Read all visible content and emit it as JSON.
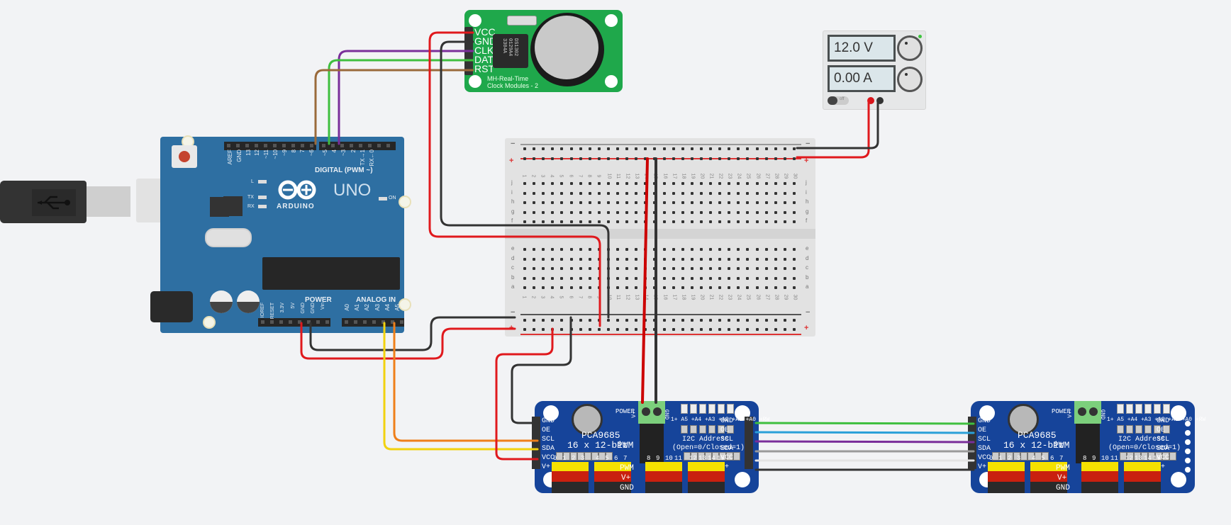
{
  "rtc_module": {
    "pins": [
      "VCC",
      "GND",
      "CLK",
      "DAT",
      "RST"
    ],
    "chip_marking": "DS1302\n0129A4\n3304A",
    "caption_line1": "MH-Real-Time",
    "caption_line2": "Clock Modules - 2"
  },
  "power_supply": {
    "voltage_display": "12.0 V",
    "current_display": "0.00 A",
    "switch_label": "off",
    "colors": {
      "positive_terminal": "#d9141a",
      "negative_terminal": "#333333",
      "cv_led": "#3ec43e"
    }
  },
  "arduino": {
    "brand": "ARDUINO",
    "model": "UNO",
    "digital_header_label": "DIGITAL (PWM ~)",
    "digital_pins": [
      "AREF",
      "GND",
      "13",
      "12",
      "~11",
      "~10",
      "~9",
      "8",
      "7",
      "~6",
      "~5",
      "4",
      "~3",
      "2",
      "TX→1",
      "RX←0"
    ],
    "power_header_label": "POWER",
    "power_pins": [
      "IOREF",
      "RESET",
      "3.3V",
      "5V",
      "GND",
      "GND",
      "Vin"
    ],
    "analog_header_label": "ANALOG IN",
    "analog_pins": [
      "A0",
      "A1",
      "A2",
      "A3",
      "A4",
      "A5"
    ],
    "led_labels": {
      "l": "L",
      "tx": "TX",
      "rx": "RX",
      "on": "ON"
    },
    "board_color": "#2e6fa2"
  },
  "usb_cable": {
    "icon": "usb-icon"
  },
  "breadboard": {
    "columns": 30,
    "top_rows": [
      "j",
      "i",
      "h",
      "g",
      "f"
    ],
    "bottom_rows": [
      "e",
      "d",
      "c",
      "b",
      "a"
    ],
    "rail_minus": "−",
    "rail_plus": "+"
  },
  "pca_boards": [
    {
      "name": "PCA9685",
      "subtitle": "16 x 12-bit",
      "pwm_label": "PWM",
      "power_label": "POWER",
      "left_pins": [
        "GND",
        "OE",
        "SCL",
        "SDA",
        "VCC",
        "V+"
      ],
      "right_pins": [
        "GND",
        "OE",
        "SCL",
        "SDA",
        "VCC",
        "V+"
      ],
      "address_header": "1+ A5 +A4 +A3 +A2 +A1 +A0 +RW",
      "address_line1": "I2C Address",
      "address_line2": "(Open=0/Closed=1)",
      "terminal_labels": [
        "V+",
        "GND"
      ],
      "channel_groups": [
        [
          "0",
          "1",
          "2",
          "3"
        ],
        [
          "4",
          "5",
          "6",
          "7"
        ],
        [
          "8",
          "9",
          "10",
          "11"
        ],
        [
          "12",
          "13",
          "14",
          "15"
        ]
      ],
      "row_labels": [
        "PWM",
        "V+",
        "GND"
      ]
    },
    {
      "name": "PCA9685",
      "subtitle": "16 x 12-bit",
      "pwm_label": "PWM",
      "power_label": "POWER",
      "left_pins": [
        "GND",
        "OE",
        "SCL",
        "SDA",
        "VCC",
        "V+"
      ],
      "right_pins": [
        "GND",
        "OE",
        "SCL",
        "SDA",
        "VCC",
        "V+"
      ],
      "address_header": "1+ A5 +A4 +A3 +A2 +A1 +A0 +RW",
      "address_line1": "I2C Address",
      "address_line2": "(Open=0/Closed=1)",
      "terminal_labels": [
        "V+",
        "GND"
      ],
      "channel_groups": [
        [
          "0",
          "1",
          "2",
          "3"
        ],
        [
          "4",
          "5",
          "6",
          "7"
        ],
        [
          "8",
          "9",
          "10",
          "11"
        ],
        [
          "12",
          "13",
          "14",
          "15"
        ]
      ],
      "row_labels": [
        "PWM",
        "V+",
        "GND"
      ]
    }
  ],
  "wires": [
    {
      "id": "rtc-vcc",
      "from": "RTC VCC",
      "to": "breadboard + rail (bottom)",
      "color": "#e0191d"
    },
    {
      "id": "rtc-gnd",
      "from": "RTC GND",
      "to": "breadboard − rail (bottom)",
      "color": "#333333"
    },
    {
      "id": "rtc-clk",
      "from": "RTC CLK",
      "to": "Arduino D6",
      "color": "#7a2e9a"
    },
    {
      "id": "rtc-dat",
      "from": "RTC DAT",
      "to": "Arduino D7",
      "color": "#3fbf3f"
    },
    {
      "id": "rtc-rst",
      "from": "RTC RST",
      "to": "Arduino D8",
      "color": "#9a6a3a"
    },
    {
      "id": "psu-pos",
      "from": "PSU +",
      "to": "breadboard + rail (top)",
      "color": "#e0191d"
    },
    {
      "id": "psu-neg",
      "from": "PSU −",
      "to": "breadboard − rail (top)",
      "color": "#333333"
    },
    {
      "id": "ard-5v",
      "from": "Arduino 5V",
      "to": "breadboard + rail (bottom)",
      "color": "#e0191d"
    },
    {
      "id": "ard-gnd",
      "from": "Arduino GND",
      "to": "breadboard − rail (bottom)",
      "color": "#333333"
    },
    {
      "id": "ard-a4",
      "from": "Arduino A4",
      "to": "PCA1 SDA",
      "color": "#f2d20f"
    },
    {
      "id": "ard-a5",
      "from": "Arduino A5",
      "to": "PCA1 SCL",
      "color": "#ef7f1a"
    },
    {
      "id": "pca1-vcc",
      "from": "breadboard + rail",
      "to": "PCA1 VCC",
      "color": "#e0191d"
    },
    {
      "id": "pca1-gnd",
      "from": "breadboard − rail",
      "to": "PCA1 GND",
      "color": "#333333"
    },
    {
      "id": "pca1-vplus",
      "from": "breadboard + rail (top)",
      "to": "PCA1 V+ terminal",
      "color": "#cc0000"
    },
    {
      "id": "pca1-tgnd",
      "from": "breadboard − rail (top)",
      "to": "PCA1 GND terminal",
      "color": "#333333"
    },
    {
      "id": "chain-gnd",
      "from": "PCA1 GND",
      "to": "PCA2 GND",
      "color": "#3fbf3f"
    },
    {
      "id": "chain-oe",
      "from": "PCA1 OE",
      "to": "PCA2 OE",
      "color": "#2aa0d8"
    },
    {
      "id": "chain-scl",
      "from": "PCA1 SCL",
      "to": "PCA2 SCL",
      "color": "#7a2e9a"
    },
    {
      "id": "chain-sda",
      "from": "PCA1 SDA",
      "to": "PCA2 SDA",
      "color": "#9a9a9a"
    },
    {
      "id": "chain-vcc",
      "from": "PCA1 VCC",
      "to": "PCA2 VCC",
      "color": "#e8e8e8"
    },
    {
      "id": "chain-vplus",
      "from": "PCA1 V+",
      "to": "PCA2 V+",
      "color": "#333333"
    }
  ]
}
